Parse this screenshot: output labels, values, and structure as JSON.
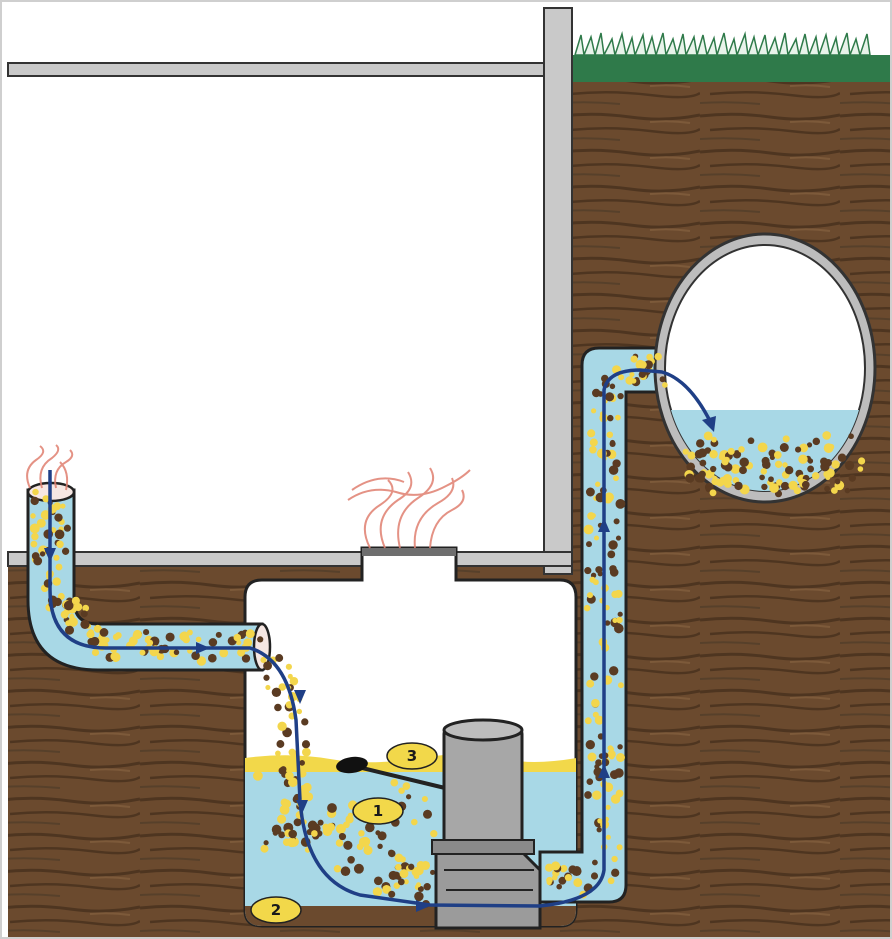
{
  "diagram": {
    "callouts": [
      {
        "id": "callout-1",
        "label": "1"
      },
      {
        "id": "callout-2",
        "label": "2"
      },
      {
        "id": "callout-3",
        "label": "3"
      }
    ],
    "colors": {
      "soil": "#6b4a2e",
      "soil_grain": "#4e3520",
      "grass": "#2f7a4a",
      "wall": "#c9c9c9",
      "water": "#a8d8e6",
      "grease_layer": "#f2d84a",
      "flow_arrow": "#1f3f86",
      "particle_yellow": "#f3d64c",
      "particle_brown": "#5a3b22",
      "odor": "#e08070",
      "callout_fill": "#f2d84a",
      "pump": "#9b9b9b"
    },
    "icons": [
      "odor-wisps-icon",
      "flow-arrow-icon",
      "float-switch-icon",
      "pump-icon",
      "grass-icon"
    ]
  }
}
